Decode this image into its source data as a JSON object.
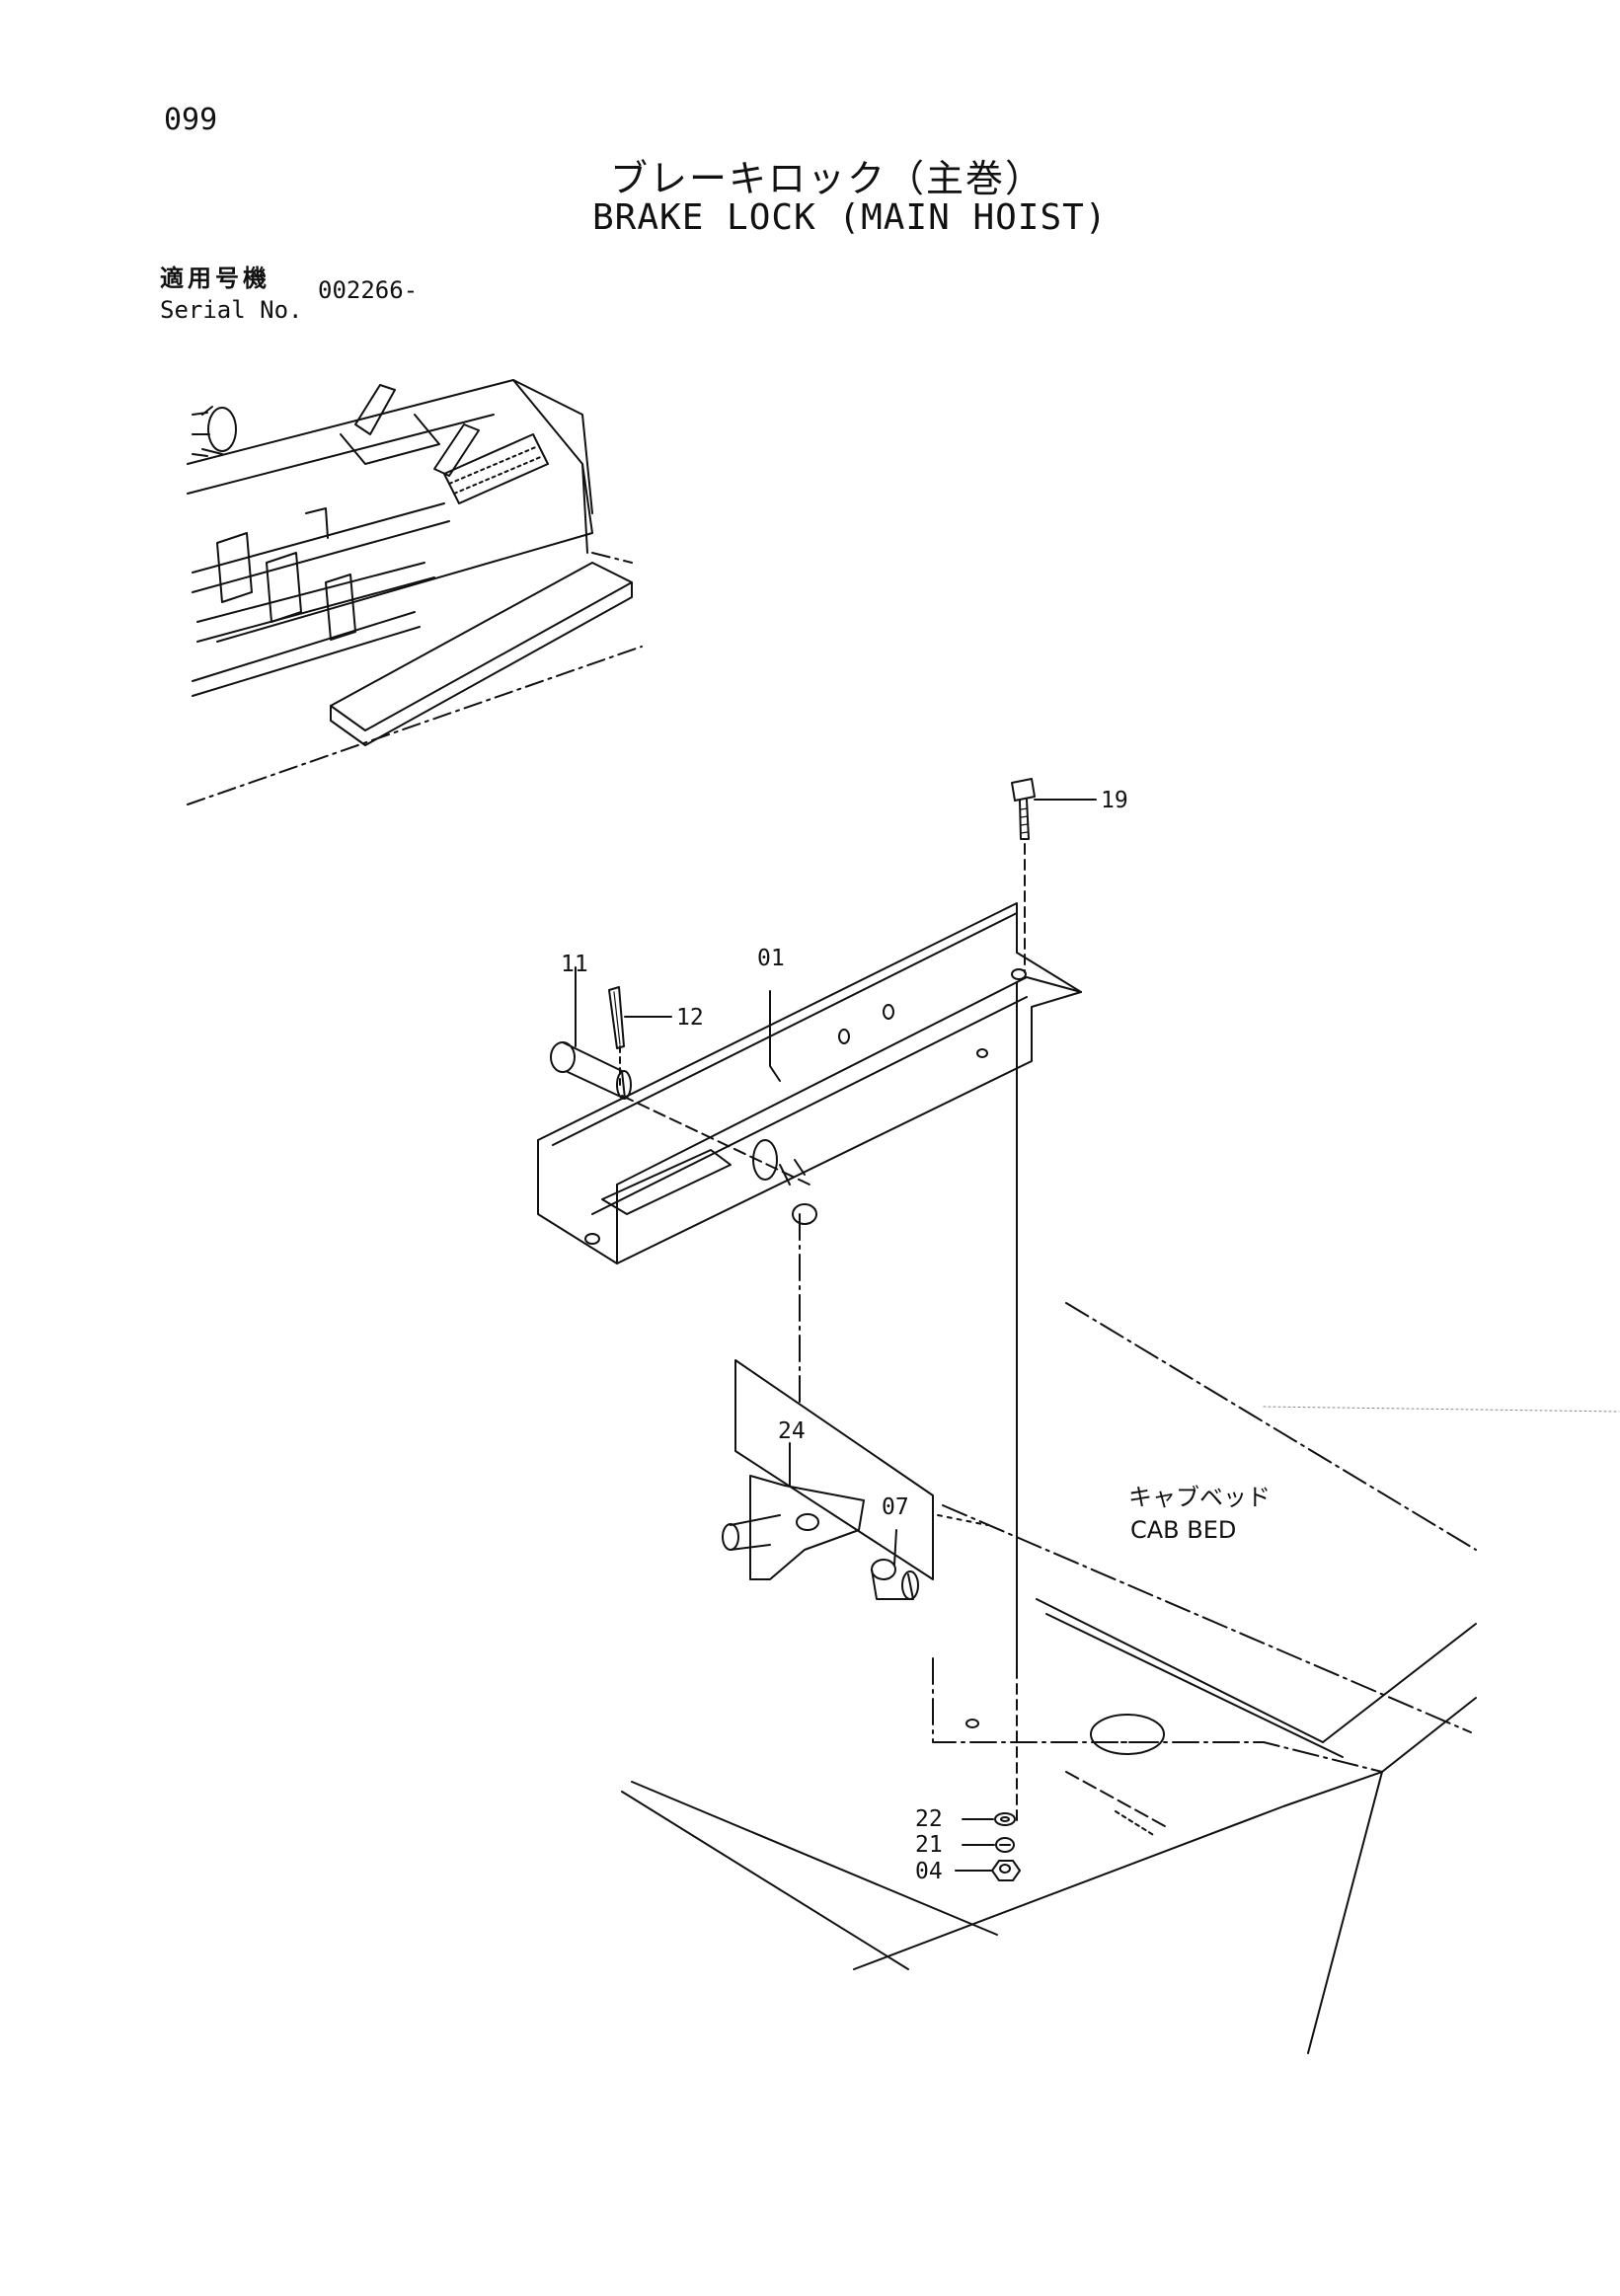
{
  "header": {
    "page_number": "099",
    "title_jp": "ブレーキロック（主巻）",
    "title_en": "BRAKE LOCK (MAIN HOIST)"
  },
  "serial": {
    "label_jp": "適用号機",
    "label_en": "Serial No.",
    "value": "002266-"
  },
  "callouts": {
    "p19": "19",
    "p01": "01",
    "p11": "11",
    "p12": "12",
    "p24": "24",
    "p07": "07",
    "p22": "22",
    "p21": "21",
    "p04": "04"
  },
  "labels": {
    "cab_bed_jp": "キャブベッド",
    "cab_bed_en": "CAB BED"
  }
}
